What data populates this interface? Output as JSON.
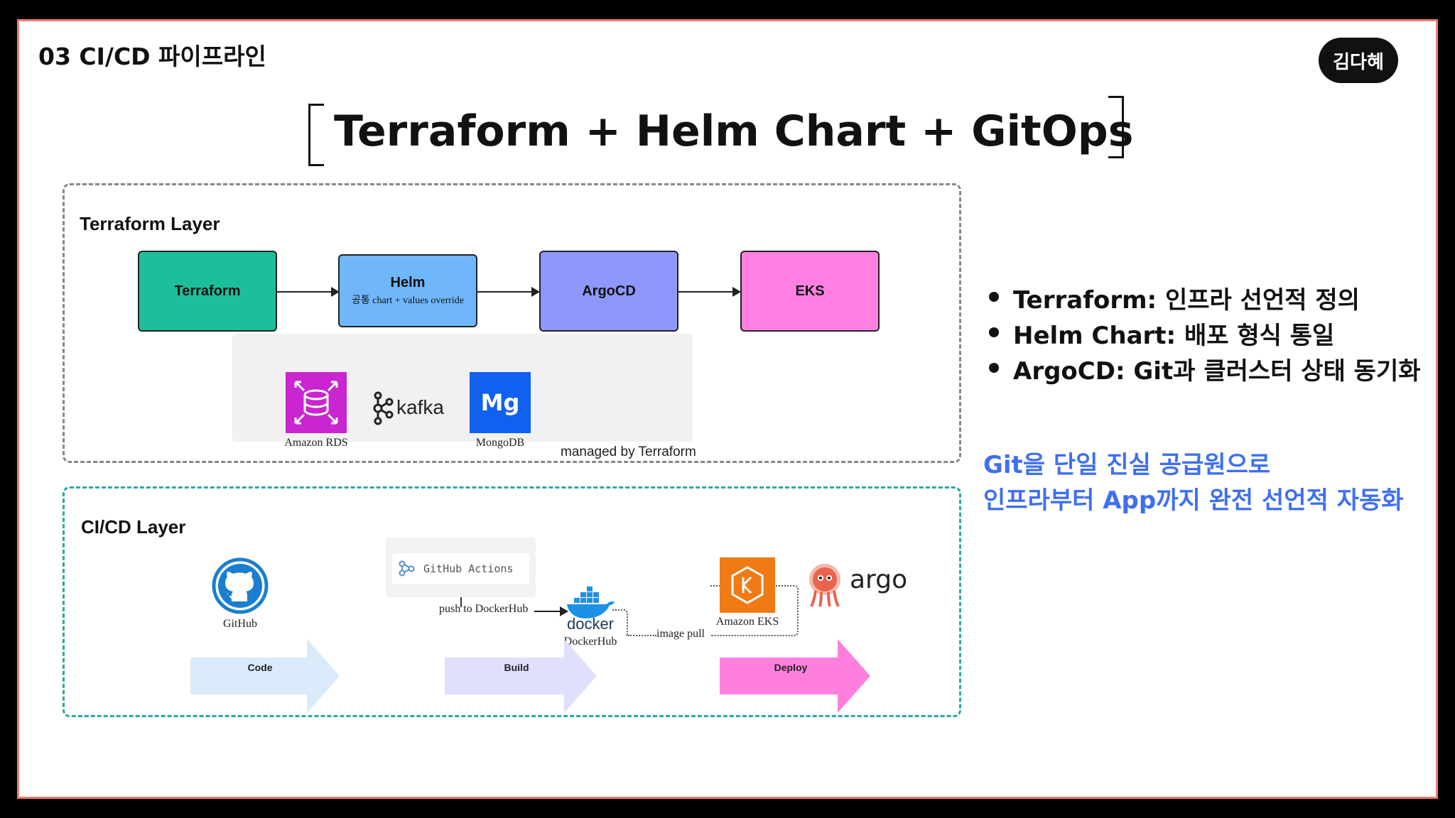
{
  "header": {
    "section_title": "03  CI/CD 파이프라인",
    "author": "김다혜"
  },
  "title": "Terraform + Helm Chart + GitOps",
  "terraform_layer": {
    "title": "Terraform Layer",
    "nodes": [
      {
        "label": "Terraform",
        "color": "#1cbf99"
      },
      {
        "label": "Helm",
        "sublabel": "공통 chart + values override",
        "color": "#6fb6fb"
      },
      {
        "label": "ArgoCD",
        "color": "#8e97fc"
      },
      {
        "label": "EKS",
        "color": "#ff80e2"
      }
    ],
    "managed": {
      "items": [
        "Amazon RDS",
        "kafka",
        "MongoDB"
      ],
      "mongo_logo": "Mg",
      "caption": "managed by Terraform"
    }
  },
  "cicd_layer": {
    "title": "CI/CD Layer",
    "github_label": "GitHub",
    "actions_label": "GitHub Actions",
    "push_label": "push to DockerHub",
    "docker_word": "docker",
    "dockerhub_label": "DockerHub",
    "image_pull_label": "image pull",
    "eks_label": "Amazon EKS",
    "argo_word": "argo",
    "stages": [
      {
        "label": "Code",
        "color": "#d9ebfb"
      },
      {
        "label": "Build",
        "color": "#dfe0fb"
      },
      {
        "label": "Deploy",
        "color": "#ff7fdd"
      }
    ]
  },
  "bullets": [
    "Terraform: 인프라 선언적 정의",
    "Helm Chart: 배포 형식 통일",
    "ArgoCD: Git과 클러스터 상태 동기화"
  ],
  "highlight": [
    "Git을 단일 진실 공급원으로",
    "인프라부터 App까지 완전 선언적 자동화"
  ]
}
